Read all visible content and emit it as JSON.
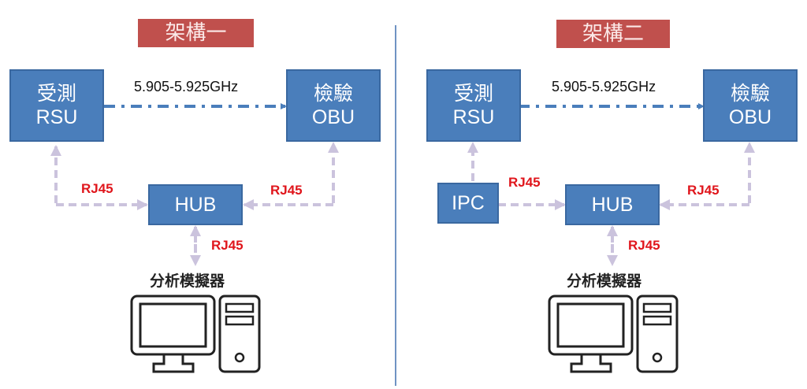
{
  "colors": {
    "title_bg": "#c0504d",
    "box_fill": "#4a7ebb",
    "wireless_link": "#4a7ebb",
    "wired_link": "#cbc3dd",
    "rj45_label": "#e0161c",
    "divider": "#6f93c3"
  },
  "panels": [
    {
      "title": "架構一",
      "rsu": {
        "line1": "受測",
        "line2": "RSU"
      },
      "obu": {
        "line1": "檢驗",
        "line2": "OBU"
      },
      "hub": "HUB",
      "frequency": "5.905-5.925GHz",
      "rj45_left": "RJ45",
      "rj45_right": "RJ45",
      "rj45_bottom": "RJ45",
      "analyzer_label": "分析模擬器",
      "computer_icon": "desktop-computer-icon"
    },
    {
      "title": "架構二",
      "rsu": {
        "line1": "受測",
        "line2": "RSU"
      },
      "obu": {
        "line1": "檢驗",
        "line2": "OBU"
      },
      "ipc": "IPC",
      "hub": "HUB",
      "frequency": "5.905-5.925GHz",
      "rj45_left": "RJ45",
      "rj45_right": "RJ45",
      "rj45_bottom": "RJ45",
      "analyzer_label": "分析模擬器",
      "computer_icon": "desktop-computer-icon"
    }
  ]
}
